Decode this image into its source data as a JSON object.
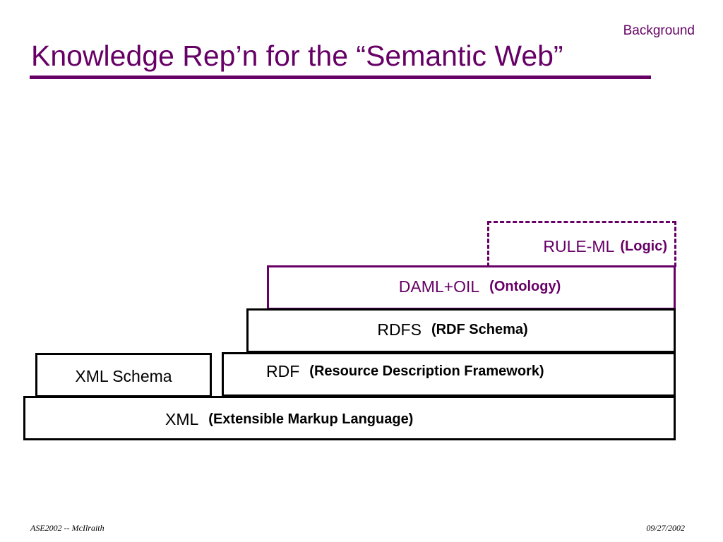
{
  "slide": {
    "section_tag": "Background",
    "title": "Knowledge Rep’n for the “Semantic Web”"
  },
  "stack": {
    "rule_ml": {
      "name": "RULE-ML",
      "desc": "(Logic)"
    },
    "daml_oil": {
      "name": "DAML+OIL",
      "desc": "(Ontology)"
    },
    "rdfs": {
      "name": "RDFS",
      "desc": "(RDF Schema)"
    },
    "rdf": {
      "name": "RDF",
      "desc": "(Resource Description Framework)"
    },
    "xml_schema": {
      "name": "XML Schema"
    },
    "xml": {
      "name": "XML",
      "desc": "(Extensible Markup Language)"
    }
  },
  "footer": {
    "left": "ASE2002 -- McIlraith",
    "right": "09/27/2002"
  },
  "colors": {
    "accent": "#660066",
    "border": "#000000",
    "background": "#ffffff"
  }
}
